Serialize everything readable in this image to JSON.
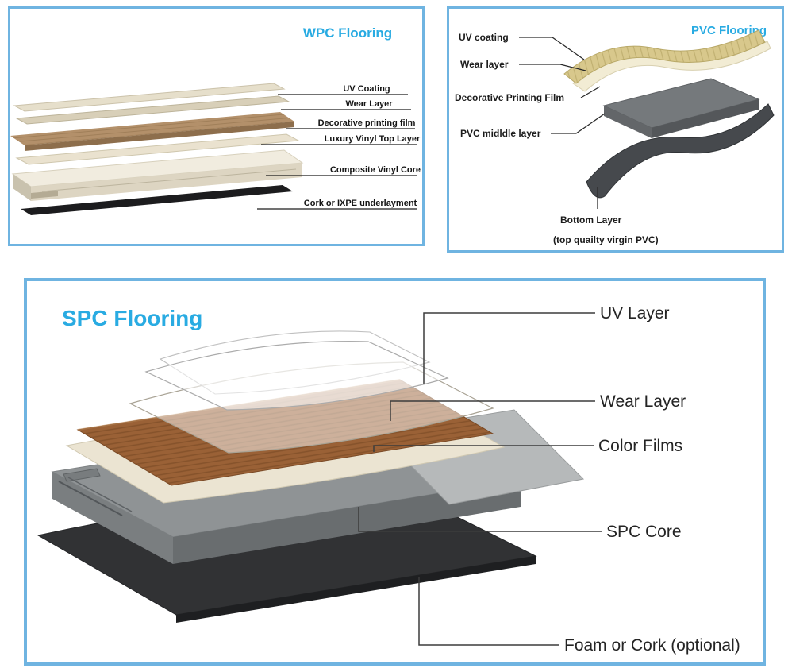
{
  "colors": {
    "panel_border": "#6fb4e1",
    "title_accent": "#29abe2",
    "wpc_label_text": "#141414",
    "pvc_label_text": "#1b1b1b",
    "spc_label_text": "#242424",
    "leader_line": "#3c3c3c"
  },
  "wpc": {
    "title": "WPC Flooring",
    "labels": {
      "uv": "UV Coating",
      "wear": "Wear Layer",
      "decorative": "Decorative printing film",
      "luxury": "Luxury Vinyl Top Layer",
      "core": "Composite Vinyl Core",
      "cork": "Cork or IXPE underlayment"
    }
  },
  "pvc": {
    "title": "PVC Flooring",
    "labels": {
      "uv": "UV coating",
      "wear": "Wear layer",
      "film": "Decorative Printing Film",
      "middle": "PVC midldle layer",
      "bottom": "Bottom Layer",
      "bottom_sub": "(top quailty virgin PVC)"
    }
  },
  "spc": {
    "title": "SPC Flooring",
    "labels": {
      "uv": "UV Layer",
      "wear": "Wear Layer",
      "films": "Color Films",
      "core": "SPC Core",
      "foam": "Foam or Cork (optional)"
    }
  }
}
